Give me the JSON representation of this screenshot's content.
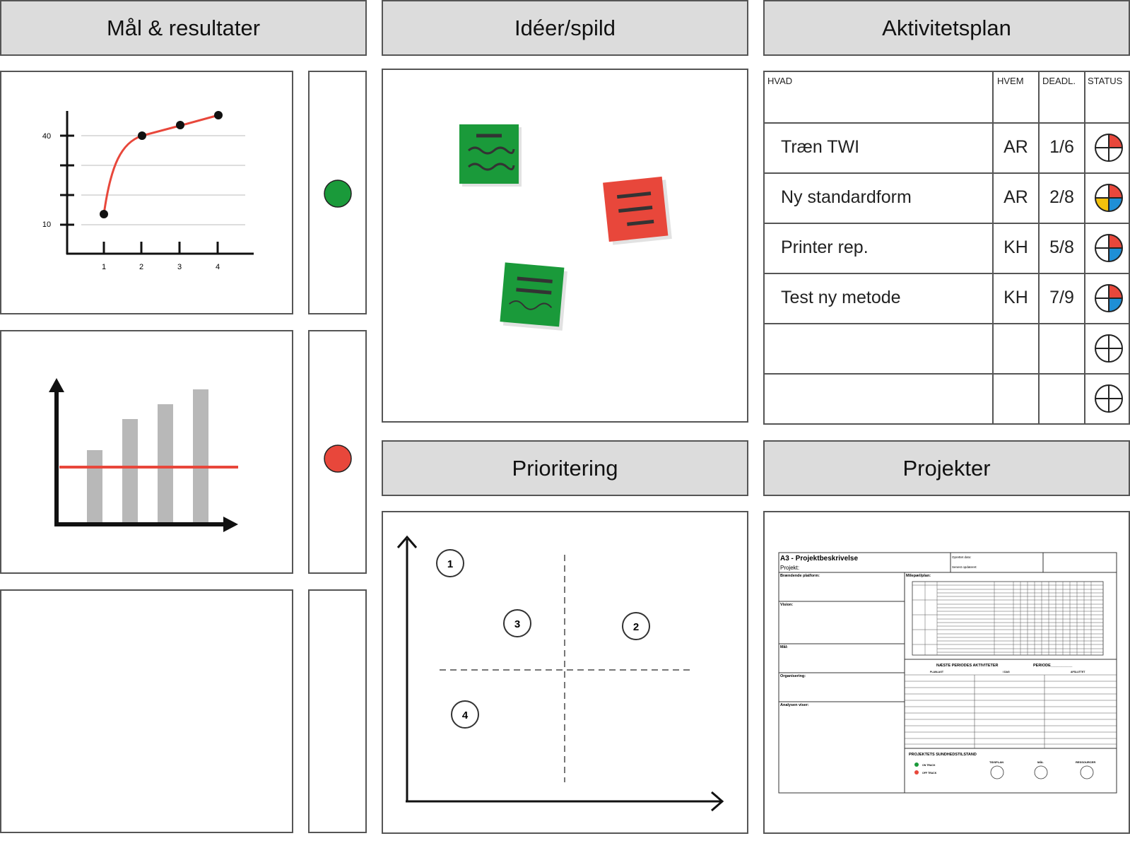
{
  "headers": {
    "goals": "Mål & resultater",
    "ideas": "Idéer/spild",
    "plan": "Aktivitetsplan",
    "priority": "Prioritering",
    "projects": "Projekter"
  },
  "goals_chart": {
    "y_tick_labels": [
      "10",
      "40"
    ],
    "x_tick_labels": [
      "1",
      "2",
      "3",
      "4"
    ]
  },
  "status_lights": [
    "#1a9a3a",
    "#e8473b",
    ""
  ],
  "activity_plan": {
    "columns": [
      "HVAD",
      "HVEM",
      "DEADL.",
      "STATUS"
    ],
    "rows": [
      {
        "what": "Træn TWI",
        "who": "AR",
        "deadline": "1/6",
        "status": "quarter-red"
      },
      {
        "what": "Ny standardform",
        "who": "AR",
        "deadline": "2/8",
        "status": "red-blue-yellow"
      },
      {
        "what": "Printer rep.",
        "who": "KH",
        "deadline": "5/8",
        "status": "red-blue"
      },
      {
        "what": "Test ny metode",
        "who": "KH",
        "deadline": "7/9",
        "status": "red-blue"
      },
      {
        "what": "",
        "who": "",
        "deadline": "",
        "status": "empty"
      },
      {
        "what": "",
        "who": "",
        "deadline": "",
        "status": "empty"
      }
    ]
  },
  "priority_matrix": {
    "labels": [
      "1",
      "2",
      "3",
      "4"
    ]
  },
  "a3_form": {
    "title": "A3 - Projektbeskrivelse",
    "project": "Projekt:",
    "created": "Oprettet dato:",
    "updated": "Senest opdateret:",
    "platform": "Brændende platform:",
    "milestones": "Milepæl/plan:",
    "vision": "Vision:",
    "goal": "Mål:",
    "organisation": "Organisering:",
    "analysis": "Analysen viser:",
    "next_period": "NÆSTE PERIODES AKTIVITETER",
    "period": "PERIODE__________",
    "planned": "PLANLAGT",
    "today": "I DAG",
    "done": "AFSLUTTET",
    "health": "PROJEKTETS SUNDHEDSTILSTAND",
    "on_track": "ON TRACK",
    "off_track": "OFF TRACK",
    "schedule": "TIDSPLAN",
    "goal_short": "MÅL",
    "resources": "RESSOURCER",
    "colors": {
      "on": "#1a9a3a",
      "off": "#e8473b"
    }
  },
  "colors": {
    "header_bg": "#dcdcdc",
    "red": "#e8473b",
    "green": "#1a9a3a",
    "blue": "#1f8fd6",
    "yellow": "#f4c20d"
  }
}
